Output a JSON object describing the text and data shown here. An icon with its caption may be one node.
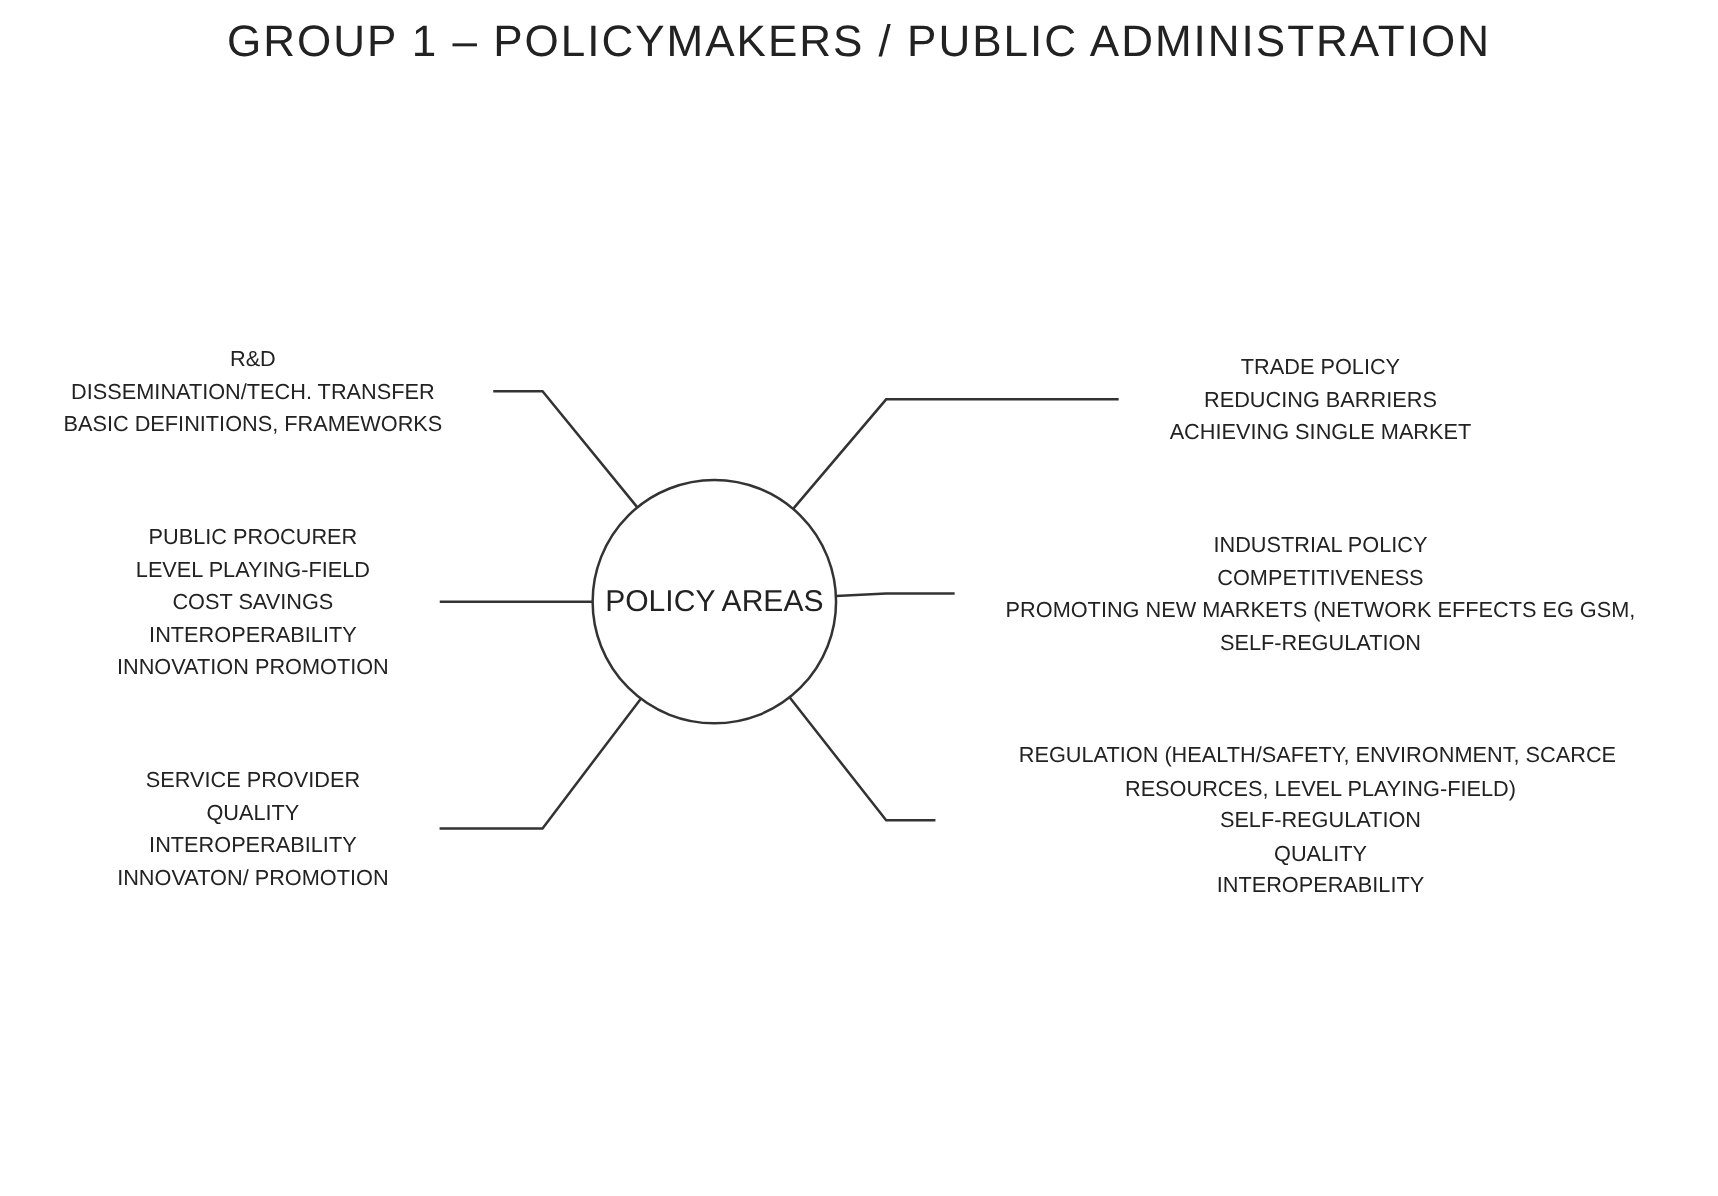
{
  "diagram": {
    "title": "GROUP 1 – POLICYMAKERS / PUBLIC ADMINISTRATION",
    "nodes": [
      {
        "text": [
          "R&D",
          "DISSEMINATION/TECH. TRANSFER",
          "BASIC DEFINITIONS, FRAMEWORKS"
        ]
      },
      {
        "text": [
          "TRADE POLICY",
          "REDUCING BARRIERS",
          "ACHIEVING SINGLE MARKET"
        ]
      },
      {
        "text": [
          "POLICY AREAS"
        ]
      },
      {
        "text": [
          "PUBLIC PROCURER",
          "LEVEL PLAYING-FIELD",
          "COST SAVINGS",
          "INTEROPERABILITY",
          "INNOVATION PROMOTION"
        ]
      },
      {
        "text": [
          "INDUSTRIAL POLICY",
          "COMPETITIVENESS",
          "PROMOTING NEW MARKETS (NETWORK EFFECTS EG GSM,",
          "SELF-REGULATION"
        ]
      },
      {
        "text": [
          "SERVICE PROVIDER",
          "QUALITY",
          "INTEROPERABILITY",
          "INNOVATON/ PROMOTION"
        ]
      },
      {
        "text": [
          "REGULATION (HEALTH/SAFETY, ENVIRONMENT, SCARCE RESOURCES, LEVEL PLAYING-FIELD)",
          "SELF-REGULATION",
          "QUALITY",
          "INTEROPERABILITY"
        ]
      }
    ],
    "edges": [
      {
        "from": 0,
        "to": 2,
        "arrow": "none"
      },
      {
        "from": 2,
        "to": 1,
        "arrow": "none"
      },
      {
        "from": 3,
        "to": 2,
        "arrow": "none"
      },
      {
        "from": 2,
        "to": 4,
        "arrow": "none"
      },
      {
        "from": 5,
        "to": 2,
        "arrow": "none"
      },
      {
        "from": 2,
        "to": 6,
        "arrow": "none"
      }
    ]
  }
}
